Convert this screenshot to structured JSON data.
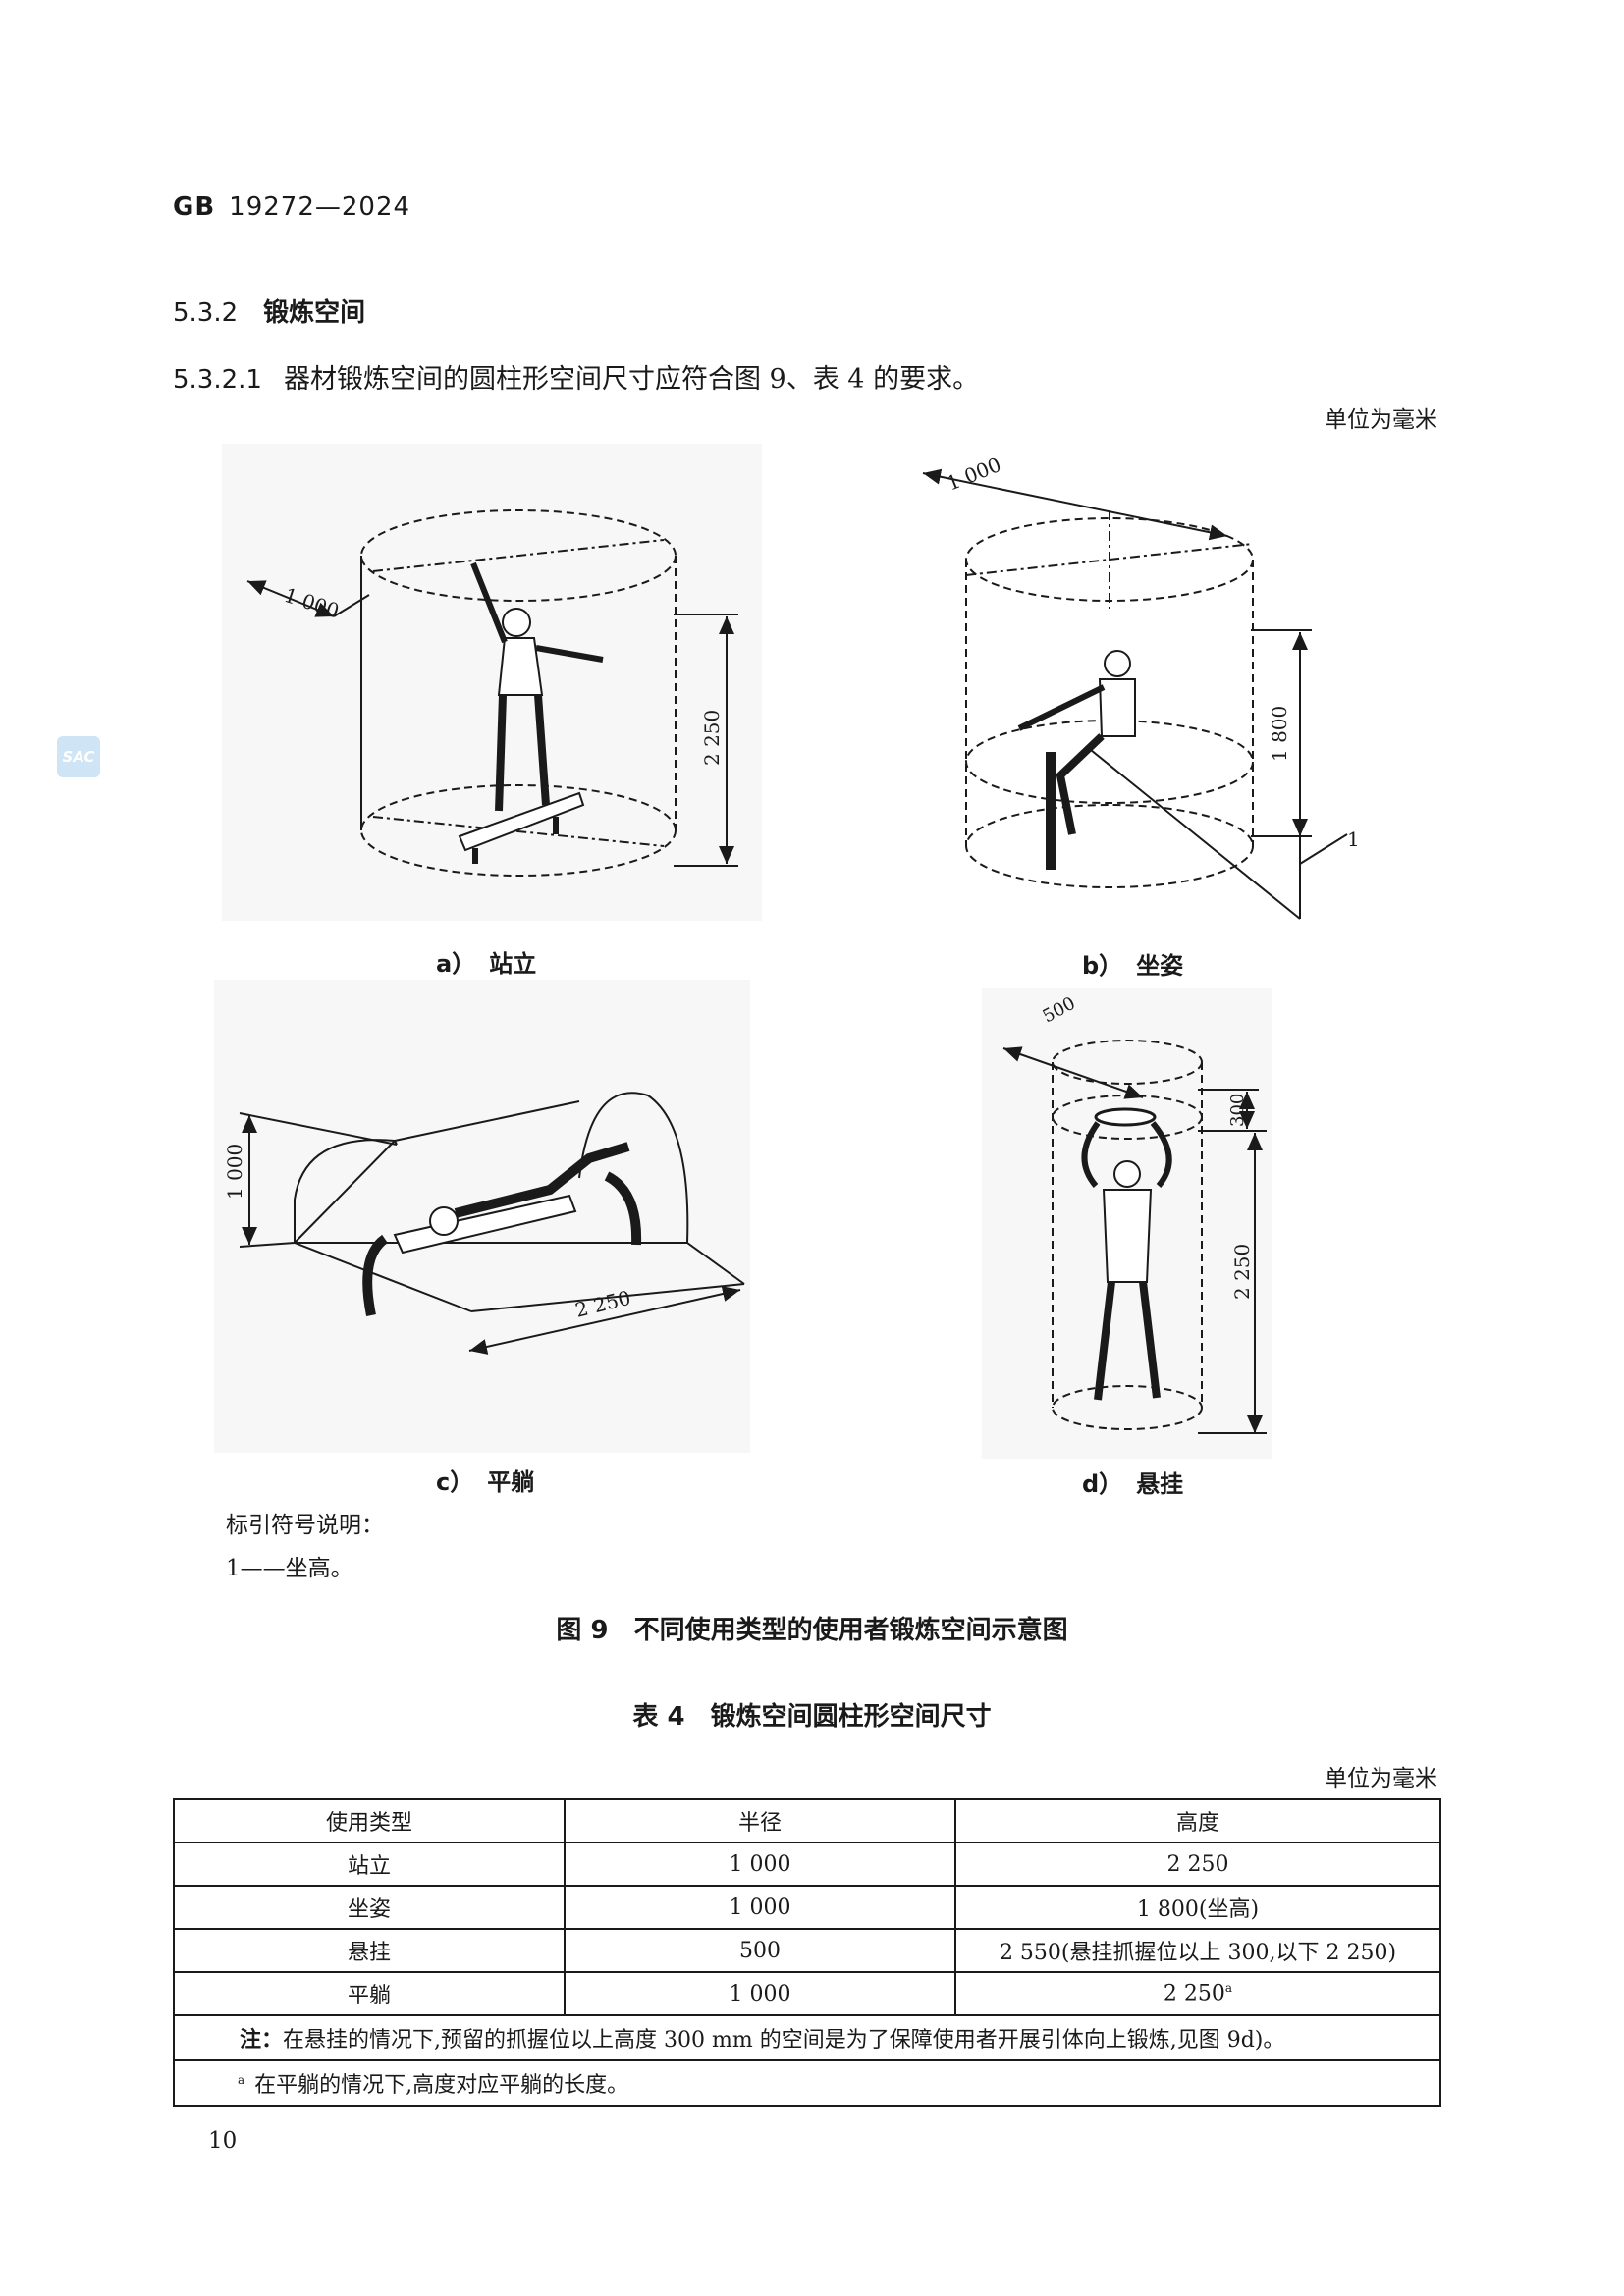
{
  "header": {
    "std_prefix": "GB",
    "std_number": "19272—2024"
  },
  "section": {
    "number": "5.3.2",
    "title": "锻炼空间"
  },
  "clause": {
    "number": "5.3.2.1",
    "text": "器材锻炼空间的圆柱形空间尺寸应符合图 9、表 4 的要求。"
  },
  "unit_note": "单位为毫米",
  "figure": {
    "panels": [
      {
        "tag": "a）",
        "name": "站立",
        "dims": [
          "1 000",
          "2 250"
        ]
      },
      {
        "tag": "b）",
        "name": "坐姿",
        "dims": [
          "1 000",
          "1 800",
          "1"
        ]
      },
      {
        "tag": "c）",
        "name": "平躺",
        "dims": [
          "1 000",
          "2 250"
        ]
      },
      {
        "tag": "d）",
        "name": "悬挂",
        "dims": [
          "500",
          "300",
          "2 250"
        ]
      }
    ],
    "legend_title": "标引符号说明：",
    "legend_item": "1——坐高。",
    "title": "图 9　不同使用类型的使用者锻炼空间示意图"
  },
  "table": {
    "title": "表 4　锻炼空间圆柱形空间尺寸",
    "unit_note": "单位为毫米",
    "headers": [
      "使用类型",
      "半径",
      "高度"
    ],
    "rows": [
      [
        "站立",
        "1 000",
        "2 250"
      ],
      [
        "坐姿",
        "1 000",
        "1 800(坐高)"
      ],
      [
        "悬挂",
        "500",
        "2 550(悬挂抓握位以上 300,以下 2 250)"
      ],
      [
        "平躺",
        "1 000",
        "2 250"
      ]
    ],
    "footnote_marker": "a",
    "note_label": "注：",
    "note_text": "在悬挂的情况下,预留的抓握位以上高度 300 mm 的空间是为了保障使用者开展引体向上锻炼,见图 9d)。",
    "footnote_text": "在平躺的情况下,高度对应平躺的长度。"
  },
  "page_number": "10",
  "watermark": "SAC"
}
